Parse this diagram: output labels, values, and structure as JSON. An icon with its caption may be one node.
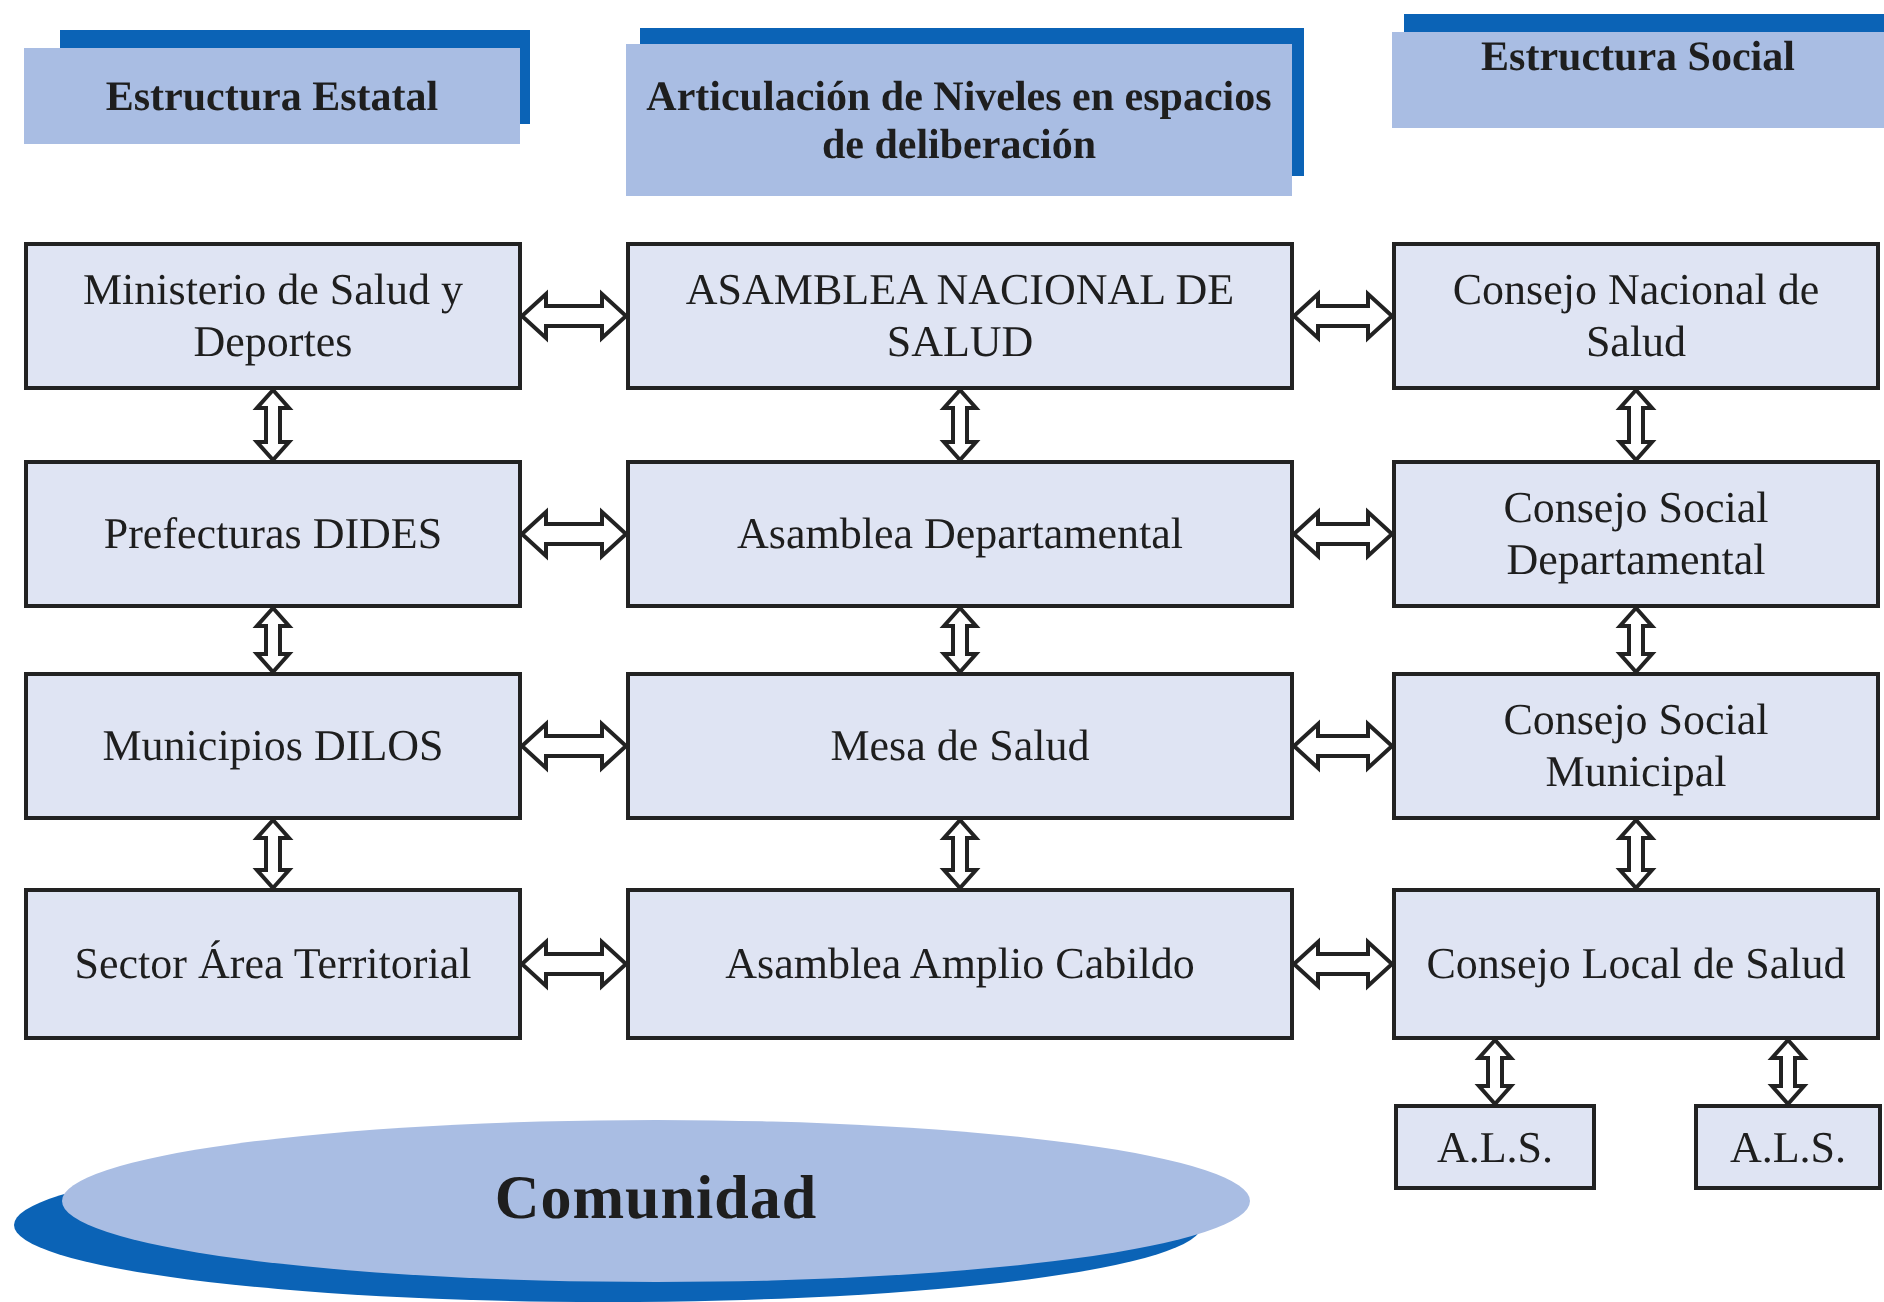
{
  "diagram": {
    "nodes": [
      {
        "text": [
          "Estructura Estatal"
        ]
      },
      {
        "text": [
          "Articulación de Niveles en espacios de deliberación"
        ]
      },
      {
        "text": [
          "Estructura Social"
        ]
      },
      {
        "text": [
          "Ministerio de Salud y Deportes"
        ]
      },
      {
        "text": [
          "ASAMBLEA NACIONAL DE SALUD"
        ]
      },
      {
        "text": [
          "Consejo Nacional de Salud"
        ]
      },
      {
        "text": [
          "Prefecturas DIDES"
        ]
      },
      {
        "text": [
          "Asamblea Departamental"
        ]
      },
      {
        "text": [
          "Consejo Social Departamental"
        ]
      },
      {
        "text": [
          "Municipios DILOS"
        ]
      },
      {
        "text": [
          "Mesa de Salud"
        ]
      },
      {
        "text": [
          "Consejo Social Municipal"
        ]
      },
      {
        "text": [
          "Sector Área Territorial"
        ]
      },
      {
        "text": [
          "Asamblea Amplio Cabildo"
        ]
      },
      {
        "text": [
          "Consejo Local de Salud"
        ]
      },
      {
        "text": [
          "A.L.S."
        ]
      },
      {
        "text": [
          "A.L.S."
        ]
      },
      {
        "text": [
          "Comunidad"
        ]
      }
    ],
    "edges": [
      {
        "from": 3,
        "to": 4,
        "arrow": "both"
      },
      {
        "from": 4,
        "to": 5,
        "arrow": "both"
      },
      {
        "from": 3,
        "to": 6,
        "arrow": "both"
      },
      {
        "from": 4,
        "to": 7,
        "arrow": "both"
      },
      {
        "from": 5,
        "to": 8,
        "arrow": "both"
      },
      {
        "from": 6,
        "to": 7,
        "arrow": "both"
      },
      {
        "from": 7,
        "to": 8,
        "arrow": "both"
      },
      {
        "from": 6,
        "to": 9,
        "arrow": "both"
      },
      {
        "from": 7,
        "to": 10,
        "arrow": "both"
      },
      {
        "from": 8,
        "to": 11,
        "arrow": "both"
      },
      {
        "from": 9,
        "to": 10,
        "arrow": "both"
      },
      {
        "from": 10,
        "to": 11,
        "arrow": "both"
      },
      {
        "from": 9,
        "to": 12,
        "arrow": "both"
      },
      {
        "from": 10,
        "to": 13,
        "arrow": "both"
      },
      {
        "from": 11,
        "to": 14,
        "arrow": "both"
      },
      {
        "from": 12,
        "to": 13,
        "arrow": "both"
      },
      {
        "from": 13,
        "to": 14,
        "arrow": "both"
      },
      {
        "from": 14,
        "to": 15,
        "arrow": "both"
      },
      {
        "from": 14,
        "to": 16,
        "arrow": "both"
      }
    ]
  }
}
